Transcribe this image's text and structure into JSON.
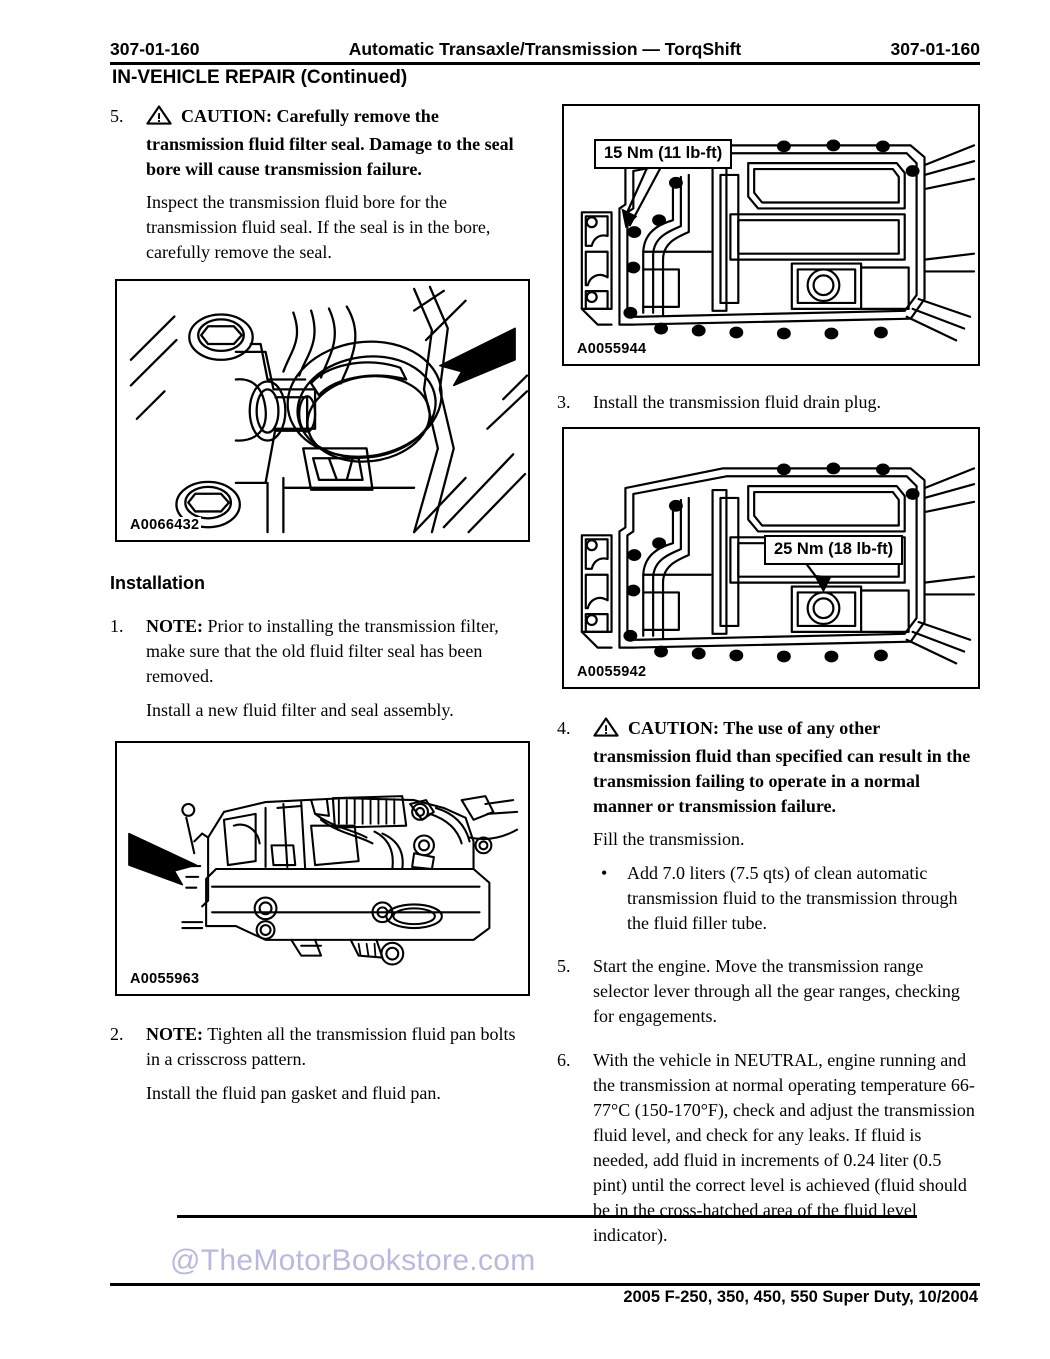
{
  "header": {
    "code_left": "307-01-160",
    "title": "Automatic Transaxle/Transmission — TorqShift",
    "code_right": "307-01-160",
    "subtitle": "IN-VEHICLE REPAIR (Continued)"
  },
  "left_column": {
    "step5": {
      "num": "5.",
      "caution_label": "CAUTION:",
      "caution_text": "Carefully remove the transmission fluid filter seal. Damage to the seal bore will cause transmission failure.",
      "body": "Inspect the transmission fluid bore for the transmission fluid seal. If the seal is in the bore, carefully remove the seal."
    },
    "figure1": {
      "id": "A0066432"
    },
    "section_title": "Installation",
    "step1": {
      "num": "1.",
      "note_label": "NOTE:",
      "note_text": "Prior to installing the transmission filter, make sure that the old fluid filter seal has been removed.",
      "body": "Install a new fluid filter and seal assembly."
    },
    "figure2": {
      "id": "A0055963"
    },
    "step2": {
      "num": "2.",
      "note_label": "NOTE:",
      "note_text": "Tighten all the transmission fluid pan bolts in a crisscross pattern.",
      "body": "Install the fluid pan gasket and fluid pan."
    }
  },
  "right_column": {
    "figure3": {
      "id": "A0055944",
      "callout": "15 Nm (11 lb-ft)"
    },
    "step3": {
      "num": "3.",
      "body": "Install the transmission fluid drain plug."
    },
    "figure4": {
      "id": "A0055942",
      "callout": "25 Nm (18 lb-ft)"
    },
    "step4": {
      "num": "4.",
      "caution_label": "CAUTION:",
      "caution_text": "The use of any other transmission fluid than specified can result in the transmission failing to operate in a normal manner or transmission failure.",
      "body": "Fill the transmission.",
      "bullet_marker": "•",
      "bullet": "Add 7.0 liters (7.5 qts) of clean automatic transmission fluid to the transmission through the fluid filler tube."
    },
    "step5": {
      "num": "5.",
      "body": "Start the engine. Move the transmission range selector lever through all the gear ranges, checking for engagements."
    },
    "step6": {
      "num": "6.",
      "body": "With the vehicle in NEUTRAL, engine running and the transmission at normal operating temperature 66-77°C (150-170°F), check and adjust the transmission fluid level, and check for any leaks. If fluid is needed, add fluid in increments of  0.24 liter (0.5 pint) until the correct level is achieved (fluid should be in the cross-hatched area of the fluid level indicator)."
    }
  },
  "footer": {
    "watermark": "@TheMotorBookstore.com",
    "publication": "2005 F-250, 350, 450, 550 Super Duty, 10/2004"
  },
  "colors": {
    "ink": "#000000",
    "watermark": "#b9b9e0"
  }
}
